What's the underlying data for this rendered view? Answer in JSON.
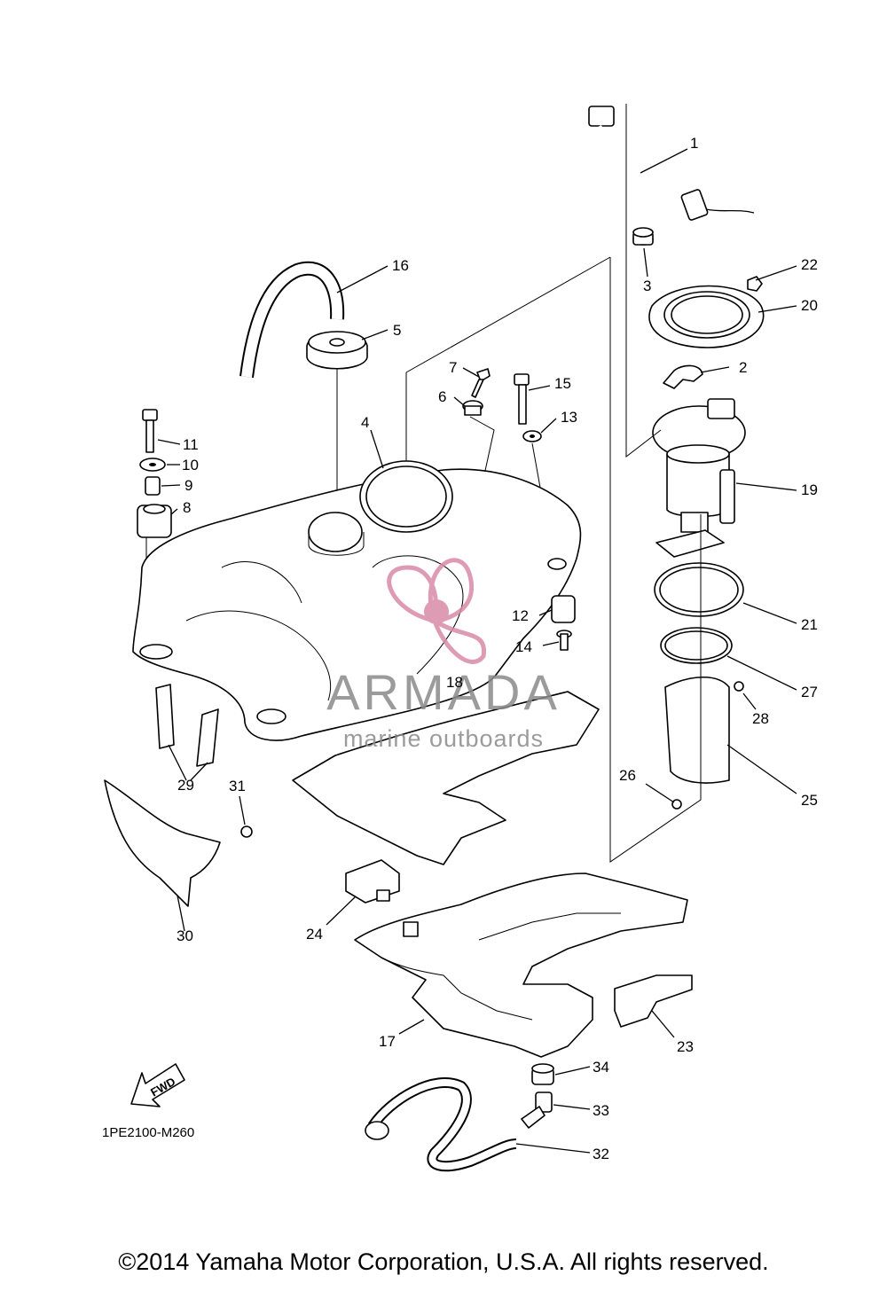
{
  "diagram_code": "1PE2100-M260",
  "fwd_label": "FWD",
  "watermark": {
    "title": "ARMADA",
    "subtitle": "marine outboards",
    "color": "#d98aa8"
  },
  "copyright": "©2014 Yamaha Motor Corporation, U.S.A. All rights reserved.",
  "callouts": [
    "1",
    "2",
    "3",
    "4",
    "5",
    "6",
    "7",
    "8",
    "9",
    "10",
    "11",
    "12",
    "13",
    "14",
    "15",
    "16",
    "17",
    "18",
    "19",
    "20",
    "21",
    "22",
    "23",
    "24",
    "25",
    "26",
    "27",
    "28",
    "29",
    "30",
    "31",
    "32",
    "33",
    "34"
  ]
}
